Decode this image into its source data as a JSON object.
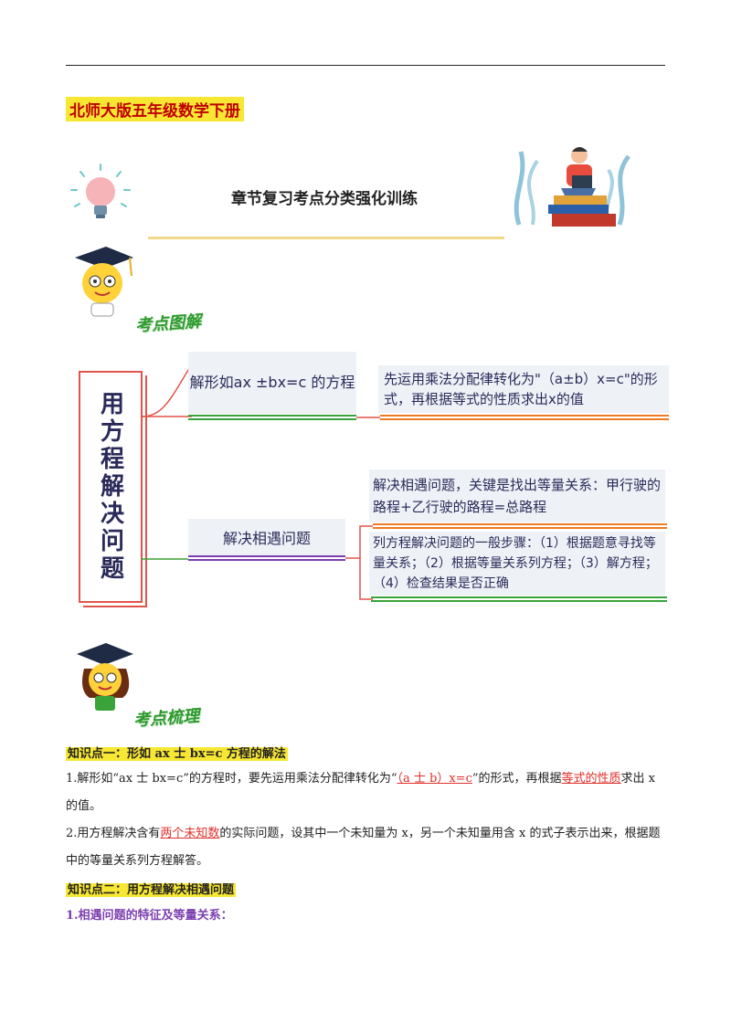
{
  "header": {
    "book_title": "北师大版五年级数学下册",
    "chapter_title": "章节复习考点分类强化训练"
  },
  "badges": {
    "diagram": "考点图解",
    "summary": "考点梳理"
  },
  "mindmap": {
    "root": "用方程解决问题",
    "branch1": "解形如ax ±bx=c 的方程",
    "branch1_detail": "先运用乘法分配律转化为\"（a±b）x=c\"的形式，再根据等式的性质求出x的值",
    "branch2": "解决相遇问题",
    "branch2_detail1": "解决相遇问题，关键是找出等量关系：甲行驶的路程+乙行驶的路程=总路程",
    "branch2_detail2": "列方程解决问题的一般步骤：（1）根据题意寻找等量关系；（2）根据等量关系列方程；（3）解方程；（4）检查结果是否正确"
  },
  "kp1": {
    "heading": "知识点一：形如 ax 士 bx=c 方程的解法",
    "p1_a": "1.解形如“ax 士 bx=c”的方程时，要先运用乘法分配律转化为“",
    "p1_red1": "（a 士 b）x=c",
    "p1_b": "”的形式，再根据",
    "p1_red2": "等式的性质",
    "p1_c": "求出 x 的值。",
    "p2_a": "2.用方程解决含有",
    "p2_red": "两个未知数",
    "p2_b": "的实际问题，设其中一个未知量为 x，另一个未知量用含 x 的式子表示出来，根据题中的等量关系列方程解答。"
  },
  "kp2": {
    "heading": "知识点二：用方程解决相遇问题",
    "sub1": "1.相遇问题的特征及等量关系："
  },
  "colors": {
    "highlight": "#f7e733",
    "red": "#e0302a",
    "green": "#2e9a2e",
    "purple": "#7b3fb0",
    "orange": "#f07a22"
  }
}
